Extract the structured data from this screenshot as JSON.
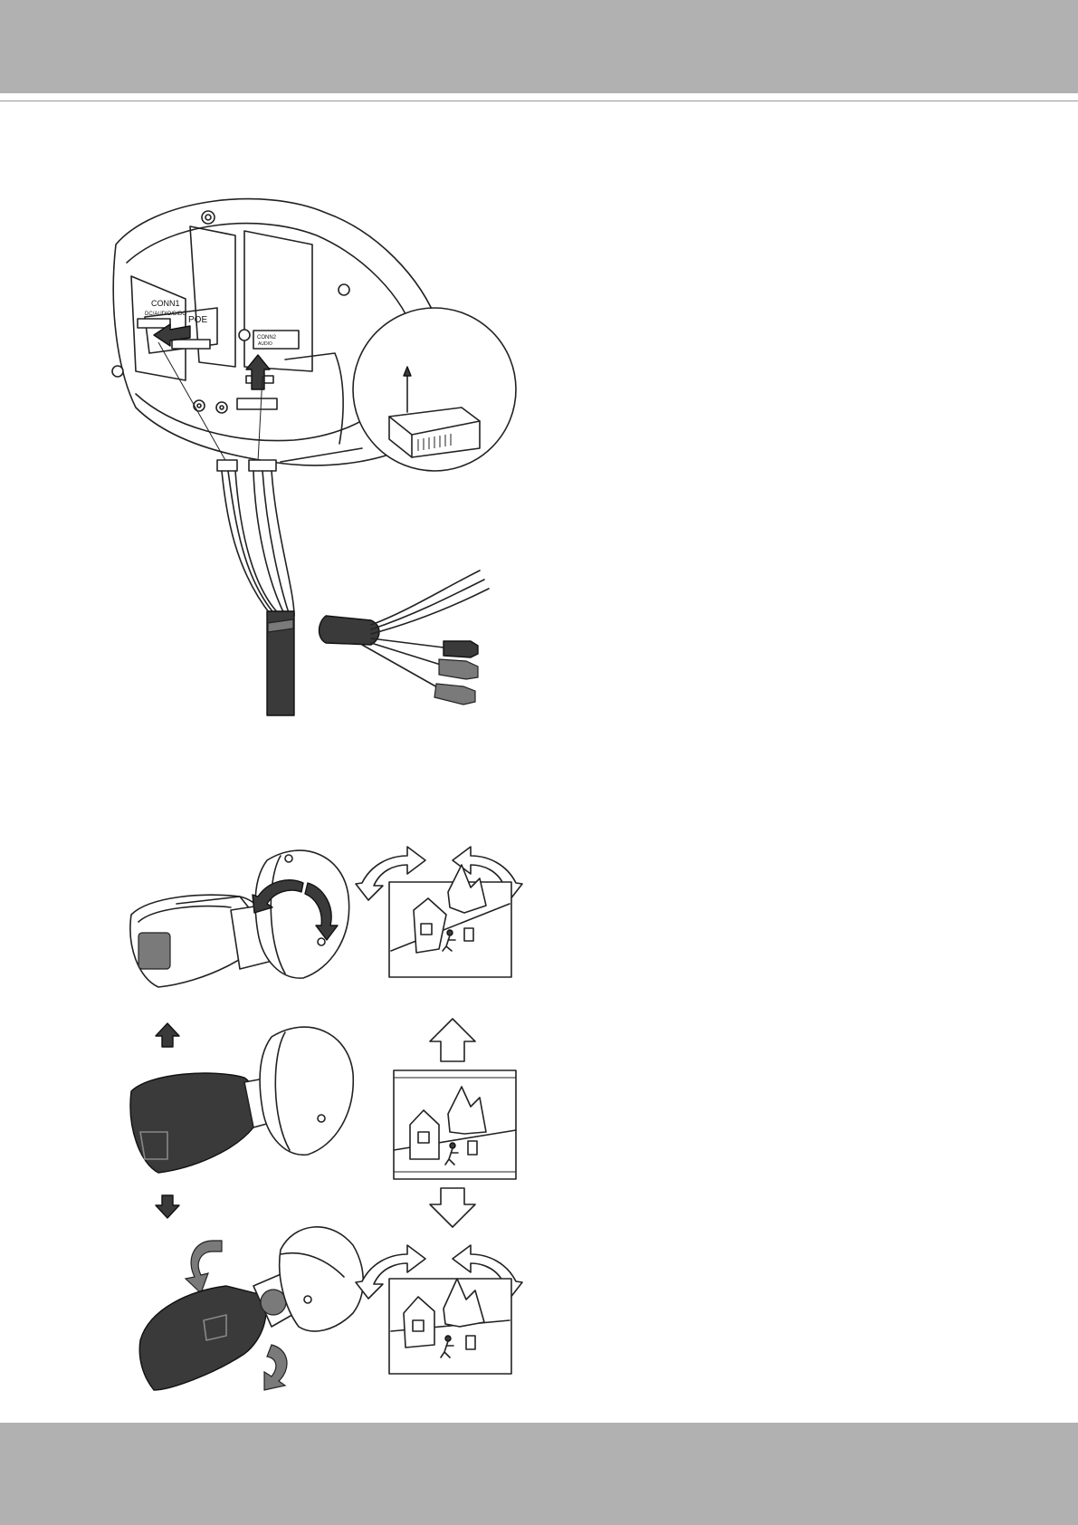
{
  "labels": {
    "conn1": "CONN1",
    "conn1_sub": "DC/AUDIO/DIDO",
    "poe": "POE",
    "conn2": "CONN2",
    "conn2_sub": "AUDIO"
  },
  "colors": {
    "header_band": "#b1b1b1",
    "footer_band": "#b1b1b1",
    "line_art": "#222222",
    "dark_fill": "#3a3a3a"
  },
  "icons": {
    "rotate_left": "curved-arrow-left-icon",
    "rotate_right": "curved-arrow-right-icon",
    "up": "arrow-up-icon",
    "down": "arrow-down-icon",
    "twist": "circular-arrow-icon"
  }
}
